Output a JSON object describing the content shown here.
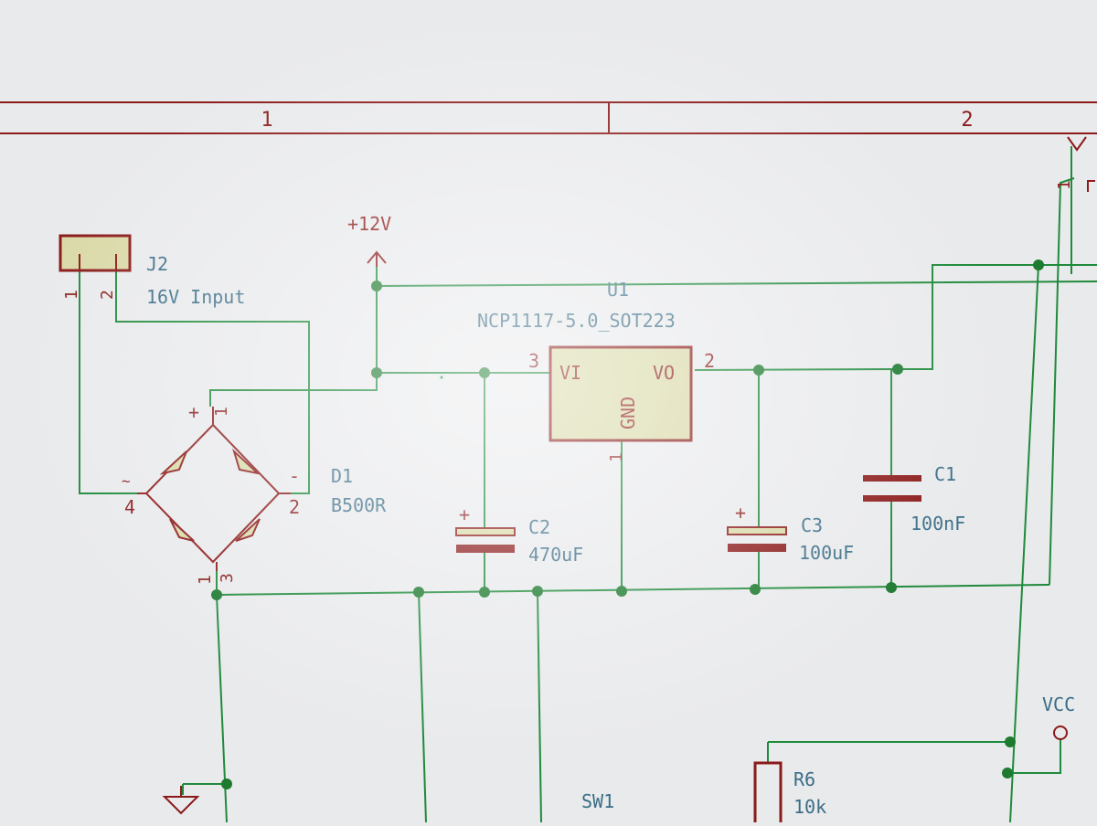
{
  "colors": {
    "background": "#e9eaec",
    "wire": "#1f8a3b",
    "junction": "#1d7a2f",
    "component": "#8b1a1a",
    "component_fill": "#d9d9a8",
    "label_blue": "#3a6d86",
    "border_line": "#8b1a1a",
    "power_symbol": "#8b1a1a"
  },
  "frame": {
    "zone_1": "1",
    "zone_2": "2"
  },
  "power": {
    "vin_label": "+12V",
    "vcc_label": "VCC"
  },
  "j2": {
    "ref": "J2",
    "value": "16V Input",
    "pin1": "1",
    "pin2": "2"
  },
  "d1": {
    "ref": "D1",
    "value": "B500R",
    "pin_plus": "+",
    "pin_minus": "-",
    "pin1": "1",
    "pin2": "2",
    "pin3": "3",
    "pin4": "4",
    "pin4_mark": "~"
  },
  "u1": {
    "ref": "U1",
    "value": "NCP1117-5.0_SOT223",
    "pin_vi": "VI",
    "pin_vo": "VO",
    "pin_gnd": "GND",
    "pin3": "3",
    "pin2": "2",
    "pin1": "1"
  },
  "c2": {
    "ref": "C2",
    "value": "470uF",
    "plus": "+"
  },
  "c3": {
    "ref": "C3",
    "value": "100uF",
    "plus": "+"
  },
  "c1": {
    "ref": "C1",
    "value": "100nF"
  },
  "r6": {
    "ref": "R6",
    "value": "10k"
  },
  "sw1": {
    "ref": "SW1"
  },
  "right_conn": {
    "pin1": "1"
  }
}
